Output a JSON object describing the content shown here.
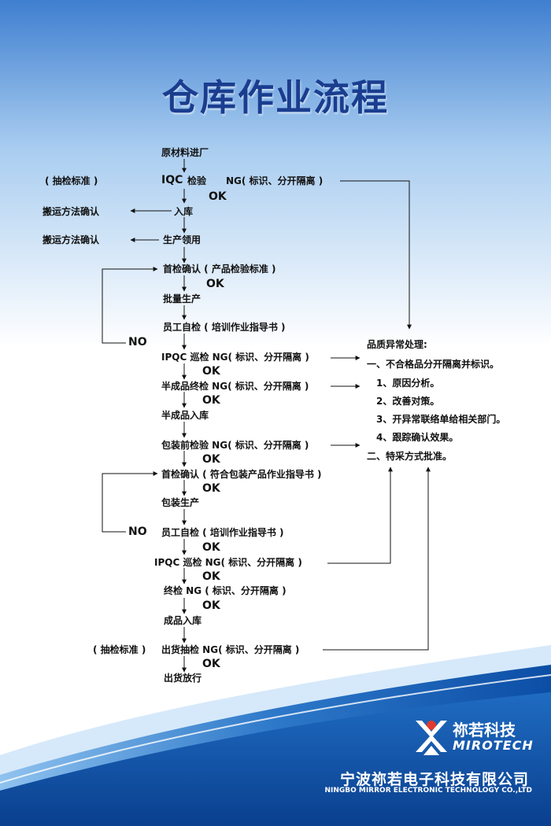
{
  "title": "仓库作业流程",
  "steps": {
    "s1": "原材料进厂",
    "s2a": "IQC",
    "s2b": "检验",
    "s2ng": "NG( 标识、分开隔离 )",
    "s3": "入库",
    "s4": "生产领用",
    "s5": "首检确认 ( 产品检验标准 )",
    "s6": "批量生产",
    "s7": "员工自检 ( 培训作业指导书 )",
    "s8": "IPQC 巡检 NG( 标识、分开隔离 )",
    "s9": "半成品终检  NG( 标识、分开隔离 )",
    "s10": "半成品入库",
    "s11": "包装前检验 NG( 标识、分开隔离 )",
    "s12": "首检确认 ( 符合包装产品作业指导书 )",
    "s13": "包装生产",
    "s14": "员工自检 ( 培训作业指导书 )",
    "s15": "IPQC 巡检  NG( 标识、分开隔离 )",
    "s16": "终检 NG ( 标识、分开隔离 )",
    "s17": "成品入库",
    "s18": "出货抽检 NG( 标识、分开隔离 )",
    "s19": "出货放行"
  },
  "ok": "OK",
  "no": "NO",
  "left_notes": {
    "sampling1": "( 抽检标准 )",
    "handling1": "搬运方法确认",
    "handling2": "搬运方法确认",
    "sampling2": "( 抽检标准 )"
  },
  "quality_panel": {
    "heading": "品质异常处理:",
    "items": [
      "一、不合格品分开隔离并标识。",
      "1、原因分析。",
      "2、改善对策。",
      "3、开异常联络单给相关部门。",
      "4、跟踪确认效果。",
      "二、特采方式批准。"
    ]
  },
  "brand": {
    "name_cn": "祢若科技",
    "name_en": "MIROTECH",
    "company_cn": "宁波祢若电子科技有限公司",
    "company_en": "NINGBO MIRROR ELECTRONIC TECHNOLOGY CO.,LTD"
  },
  "colors": {
    "title": "#1a3d8f",
    "sky_top": "#3f7fd0",
    "sky_bottom": "#ffffff",
    "footer": "#0d4fa8"
  }
}
